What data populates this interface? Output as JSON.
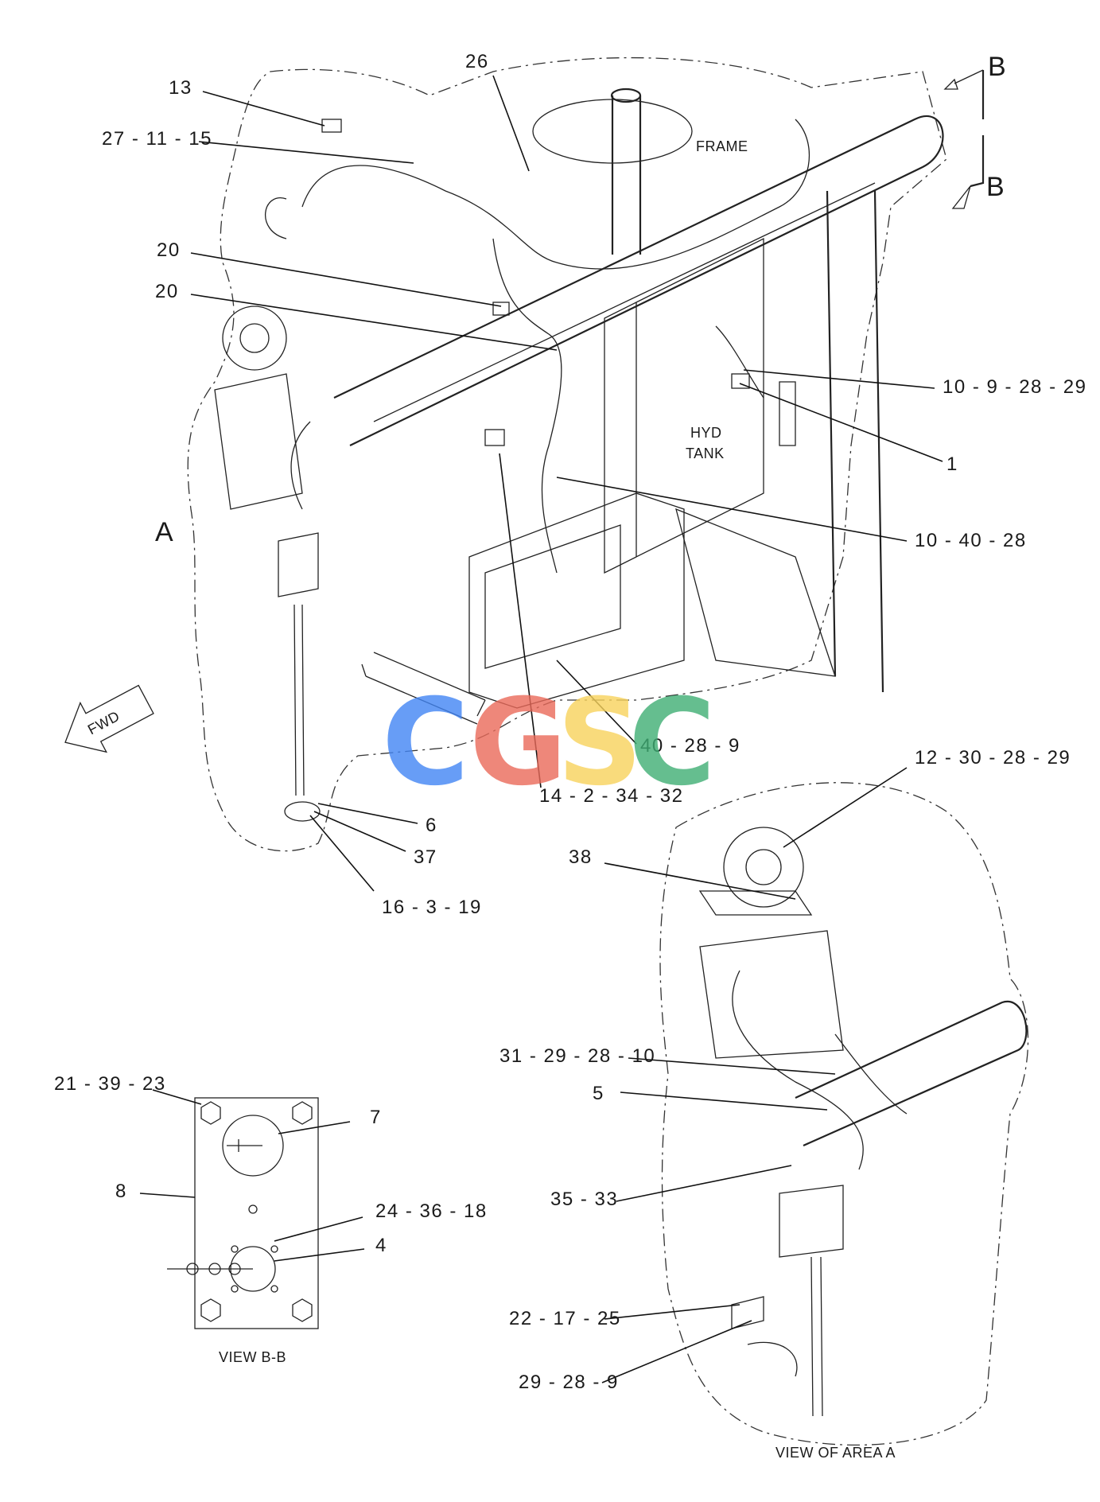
{
  "text_labels": {
    "frame": "FRAME",
    "hyd": "HYD",
    "tank": "TANK",
    "view_a_marker": "A",
    "section_b_top": "B",
    "section_b_bottom": "B",
    "fwd": "FWD",
    "view_bb_caption": "VIEW B-B",
    "view_area_a_caption": "VIEW OF AREA A"
  },
  "callouts": {
    "c13": "13",
    "c26": "26",
    "c27_11_15": "27 - 11 - 15",
    "c20a": "20",
    "c20b": "20",
    "c10_9_28_29": "10 - 9 - 28 - 29",
    "c1": "1",
    "c10_40_28": "10 - 40 - 28",
    "c40_28_9": "40 - 28 - 9",
    "c14_2_34_32": "14 - 2 - 34 - 32",
    "c6": "6",
    "c37": "37",
    "c16_3_19": "16 - 3 - 19",
    "c12_30_28_29": "12 - 30 - 28 - 29",
    "c38": "38",
    "c31_29_28_10": "31 - 29 - 28 - 10",
    "c5": "5",
    "c35_33": "35 - 33",
    "c22_17_25": "22 - 17 - 25",
    "c29_28_9": "29 - 28 - 9",
    "c21_39_23": "21 - 39 - 23",
    "c7": "7",
    "c8": "8",
    "c24_36_18": "24 - 36 - 18",
    "c4": "4"
  },
  "watermark": {
    "letters": [
      "C",
      "G",
      "S",
      "C"
    ],
    "colors": [
      "#4285f4",
      "#ea6a5a",
      "#f8d35c",
      "#3fae74"
    ]
  }
}
